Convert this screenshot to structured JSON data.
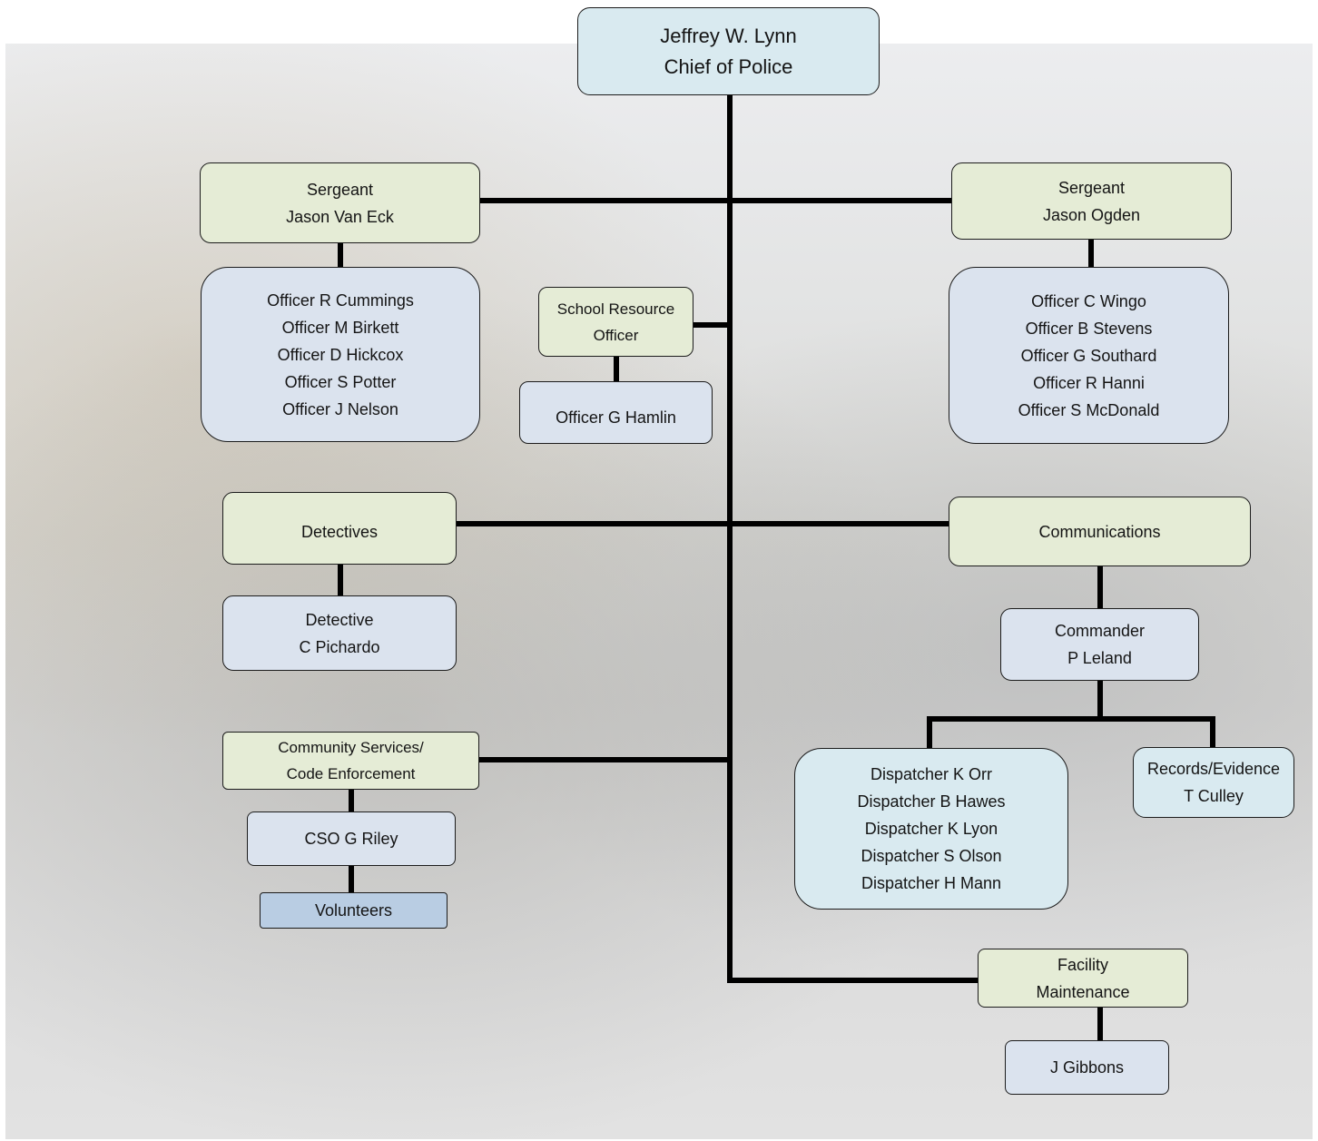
{
  "chief": {
    "name": "Jeffrey W. Lynn",
    "title": "Chief of Police"
  },
  "sergeant_left": {
    "title": "Sergeant",
    "name": "Jason Van Eck"
  },
  "sergeant_right": {
    "title": "Sergeant",
    "name": "Jason Ogden"
  },
  "officers_left": [
    "Officer R Cummings",
    "Officer M Birkett",
    "Officer D Hickcox",
    "Officer S Potter",
    "Officer J Nelson"
  ],
  "officers_right": [
    "Officer C Wingo",
    "Officer B Stevens",
    "Officer G Southard",
    "Officer R Hanni",
    "Officer S McDonald"
  ],
  "school_resource": {
    "line1": "School Resource",
    "line2": "Officer"
  },
  "school_officer": "Officer G Hamlin",
  "detectives": "Detectives",
  "detective": {
    "line1": "Detective",
    "line2": "C Pichardo"
  },
  "communications": "Communications",
  "commander": {
    "line1": "Commander",
    "line2": "P Leland"
  },
  "dispatchers": [
    "Dispatcher K Orr",
    "Dispatcher B Hawes",
    "Dispatcher K Lyon",
    "Dispatcher S Olson",
    "Dispatcher H Mann"
  ],
  "records": {
    "line1": "Records/Evidence",
    "line2": "T Culley"
  },
  "community": {
    "line1": "Community Services/",
    "line2": "Code Enforcement"
  },
  "cso": "CSO G Riley",
  "volunteers": "Volunteers",
  "facility": {
    "line1": "Facility",
    "line2": "Maintenance"
  },
  "facility_staff": "J Gibbons"
}
